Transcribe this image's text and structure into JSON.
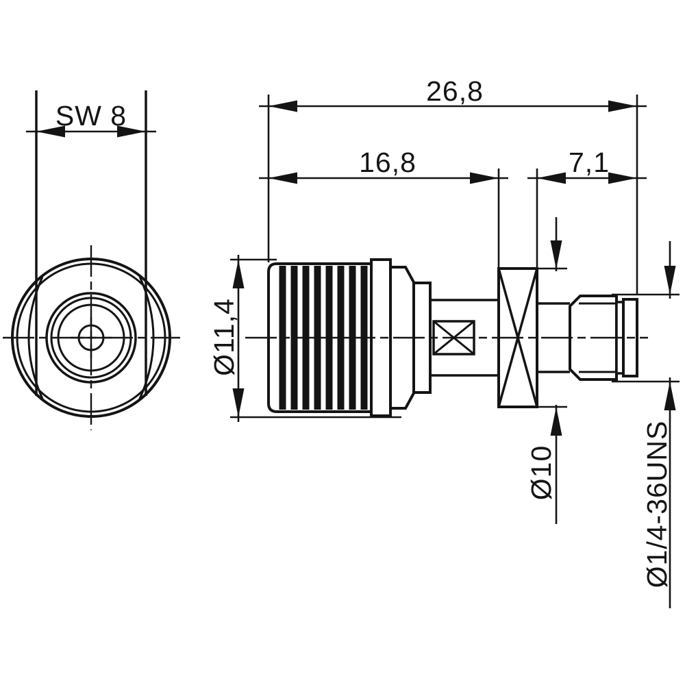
{
  "colors": {
    "ink": "#141414",
    "background": "#ffffff"
  },
  "dimensions": {
    "wrench_size": "SW 8",
    "overall_length": "26,8",
    "body_length": "16,8",
    "rear_length": "7,1",
    "body_diameter": "Ø11,4",
    "flange_diameter": "Ø10",
    "coupling_thread": "Ø1/4-36UNS"
  }
}
